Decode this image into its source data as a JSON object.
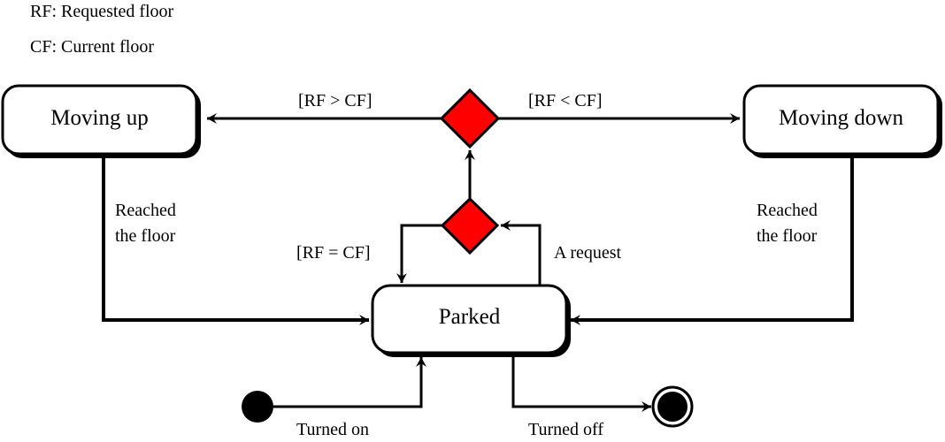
{
  "legend": [
    "RF: Requested floor",
    "CF: Current floor"
  ],
  "states": {
    "moving_up": "Moving up",
    "moving_down": "Moving down",
    "parked": "Parked"
  },
  "transitions": {
    "up_guard": "[RF > CF]",
    "down_guard": "[RF < CF]",
    "equal_guard": "[RF = CF]",
    "request": "A request",
    "reached_left_1": "Reached",
    "reached_left_2": "the floor",
    "reached_right_1": "Reached",
    "reached_right_2": "the floor",
    "turned_on": "Turned on",
    "turned_off": "Turned off"
  },
  "colors": {
    "decision_fill": "#ff0000",
    "stroke": "#000000"
  }
}
